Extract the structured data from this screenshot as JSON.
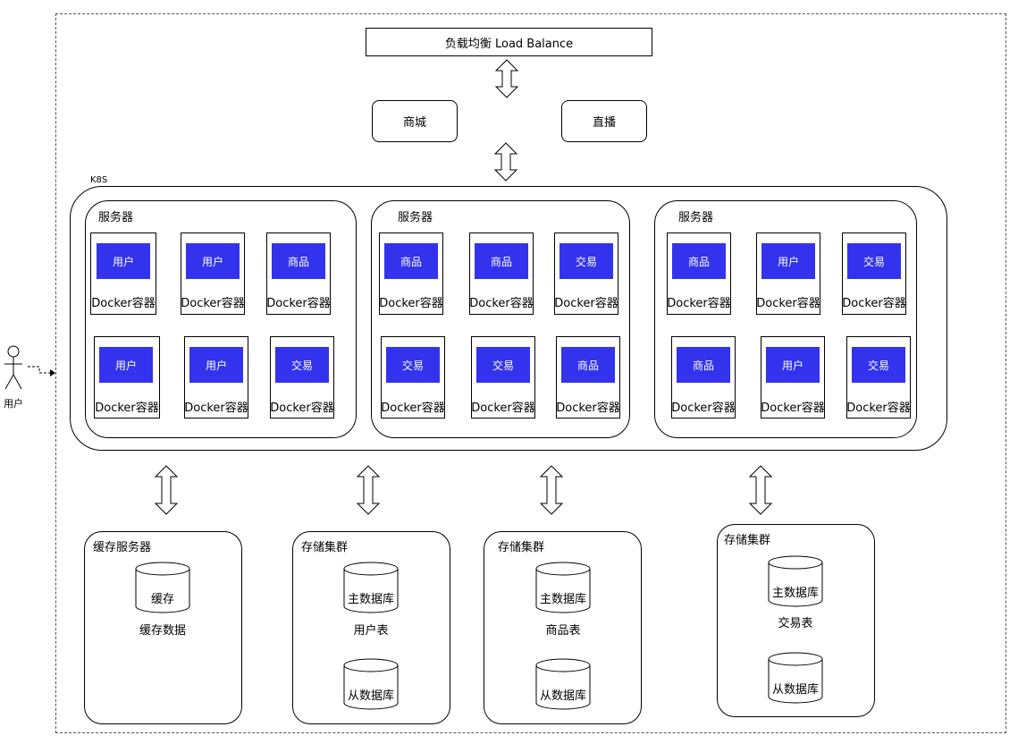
{
  "load_balancer": "负载均衡 Load Balance",
  "apps": [
    "商城",
    "直播"
  ],
  "k8s_label": "K8S",
  "user_label": "用户",
  "servers": [
    {
      "title": "服务器",
      "containers": [
        {
          "service": "用户",
          "label": "Docker容器"
        },
        {
          "service": "用户",
          "label": "Docker容器"
        },
        {
          "service": "商品",
          "label": "Docker容器"
        },
        {
          "service": "用户",
          "label": "Docker容器"
        },
        {
          "service": "用户",
          "label": "Docker容器"
        },
        {
          "service": "交易",
          "label": "Docker容器"
        }
      ]
    },
    {
      "title": "服务器",
      "containers": [
        {
          "service": "商品",
          "label": "Docker容器"
        },
        {
          "service": "商品",
          "label": "Docker容器"
        },
        {
          "service": "交易",
          "label": "Docker容器"
        },
        {
          "service": "交易",
          "label": "Docker容器"
        },
        {
          "service": "交易",
          "label": "Docker容器"
        },
        {
          "service": "商品",
          "label": "Docker容器"
        }
      ]
    },
    {
      "title": "服务器",
      "containers": [
        {
          "service": "商品",
          "label": "Docker容器"
        },
        {
          "service": "用户",
          "label": "Docker容器"
        },
        {
          "service": "交易",
          "label": "Docker容器"
        },
        {
          "service": "商品",
          "label": "Docker容器"
        },
        {
          "service": "用户",
          "label": "Docker容器"
        },
        {
          "service": "交易",
          "label": "Docker容器"
        }
      ]
    }
  ],
  "storage": [
    {
      "title": "缓存服务器",
      "db_top": "缓存",
      "table": "缓存数据"
    },
    {
      "title": "存储集群",
      "db_top": "主数据库",
      "table": "用户表",
      "db_bottom": "从数据库"
    },
    {
      "title": "存储集群",
      "db_top": "主数据库",
      "table": "商品表",
      "db_bottom": "从数据库"
    },
    {
      "title": "存储集群",
      "db_top": "主数据库",
      "table": "交易表",
      "db_bottom": "从数据库"
    }
  ],
  "colors": {
    "service_block": "#3333ee",
    "border": "#000000"
  }
}
